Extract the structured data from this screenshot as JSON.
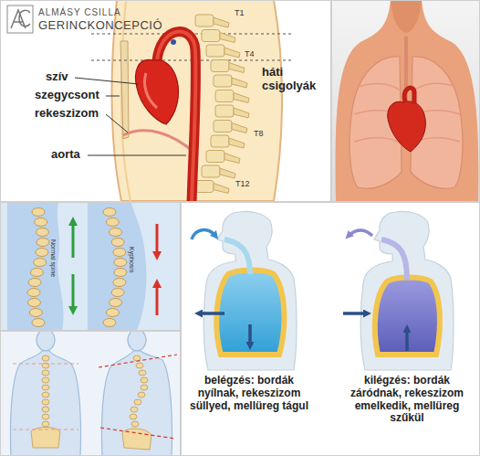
{
  "diagram": {
    "labels": [
      "ALMÁSY CSILLA",
      "GERINCKONCEPCIÓ",
      "T1",
      "T4",
      "T8",
      "T12",
      "szív",
      "szegycsont",
      "rekeszizom",
      "aorta",
      "háti csigolyák",
      "Normal spine",
      "Kyphosis",
      "belégzés: bordák nyílnak, rekeszizom süllyed, mellüreg tágul",
      "kilégzés: bordák záródnak, rekeszizom emelkedik, mellüreg szűkül"
    ]
  }
}
